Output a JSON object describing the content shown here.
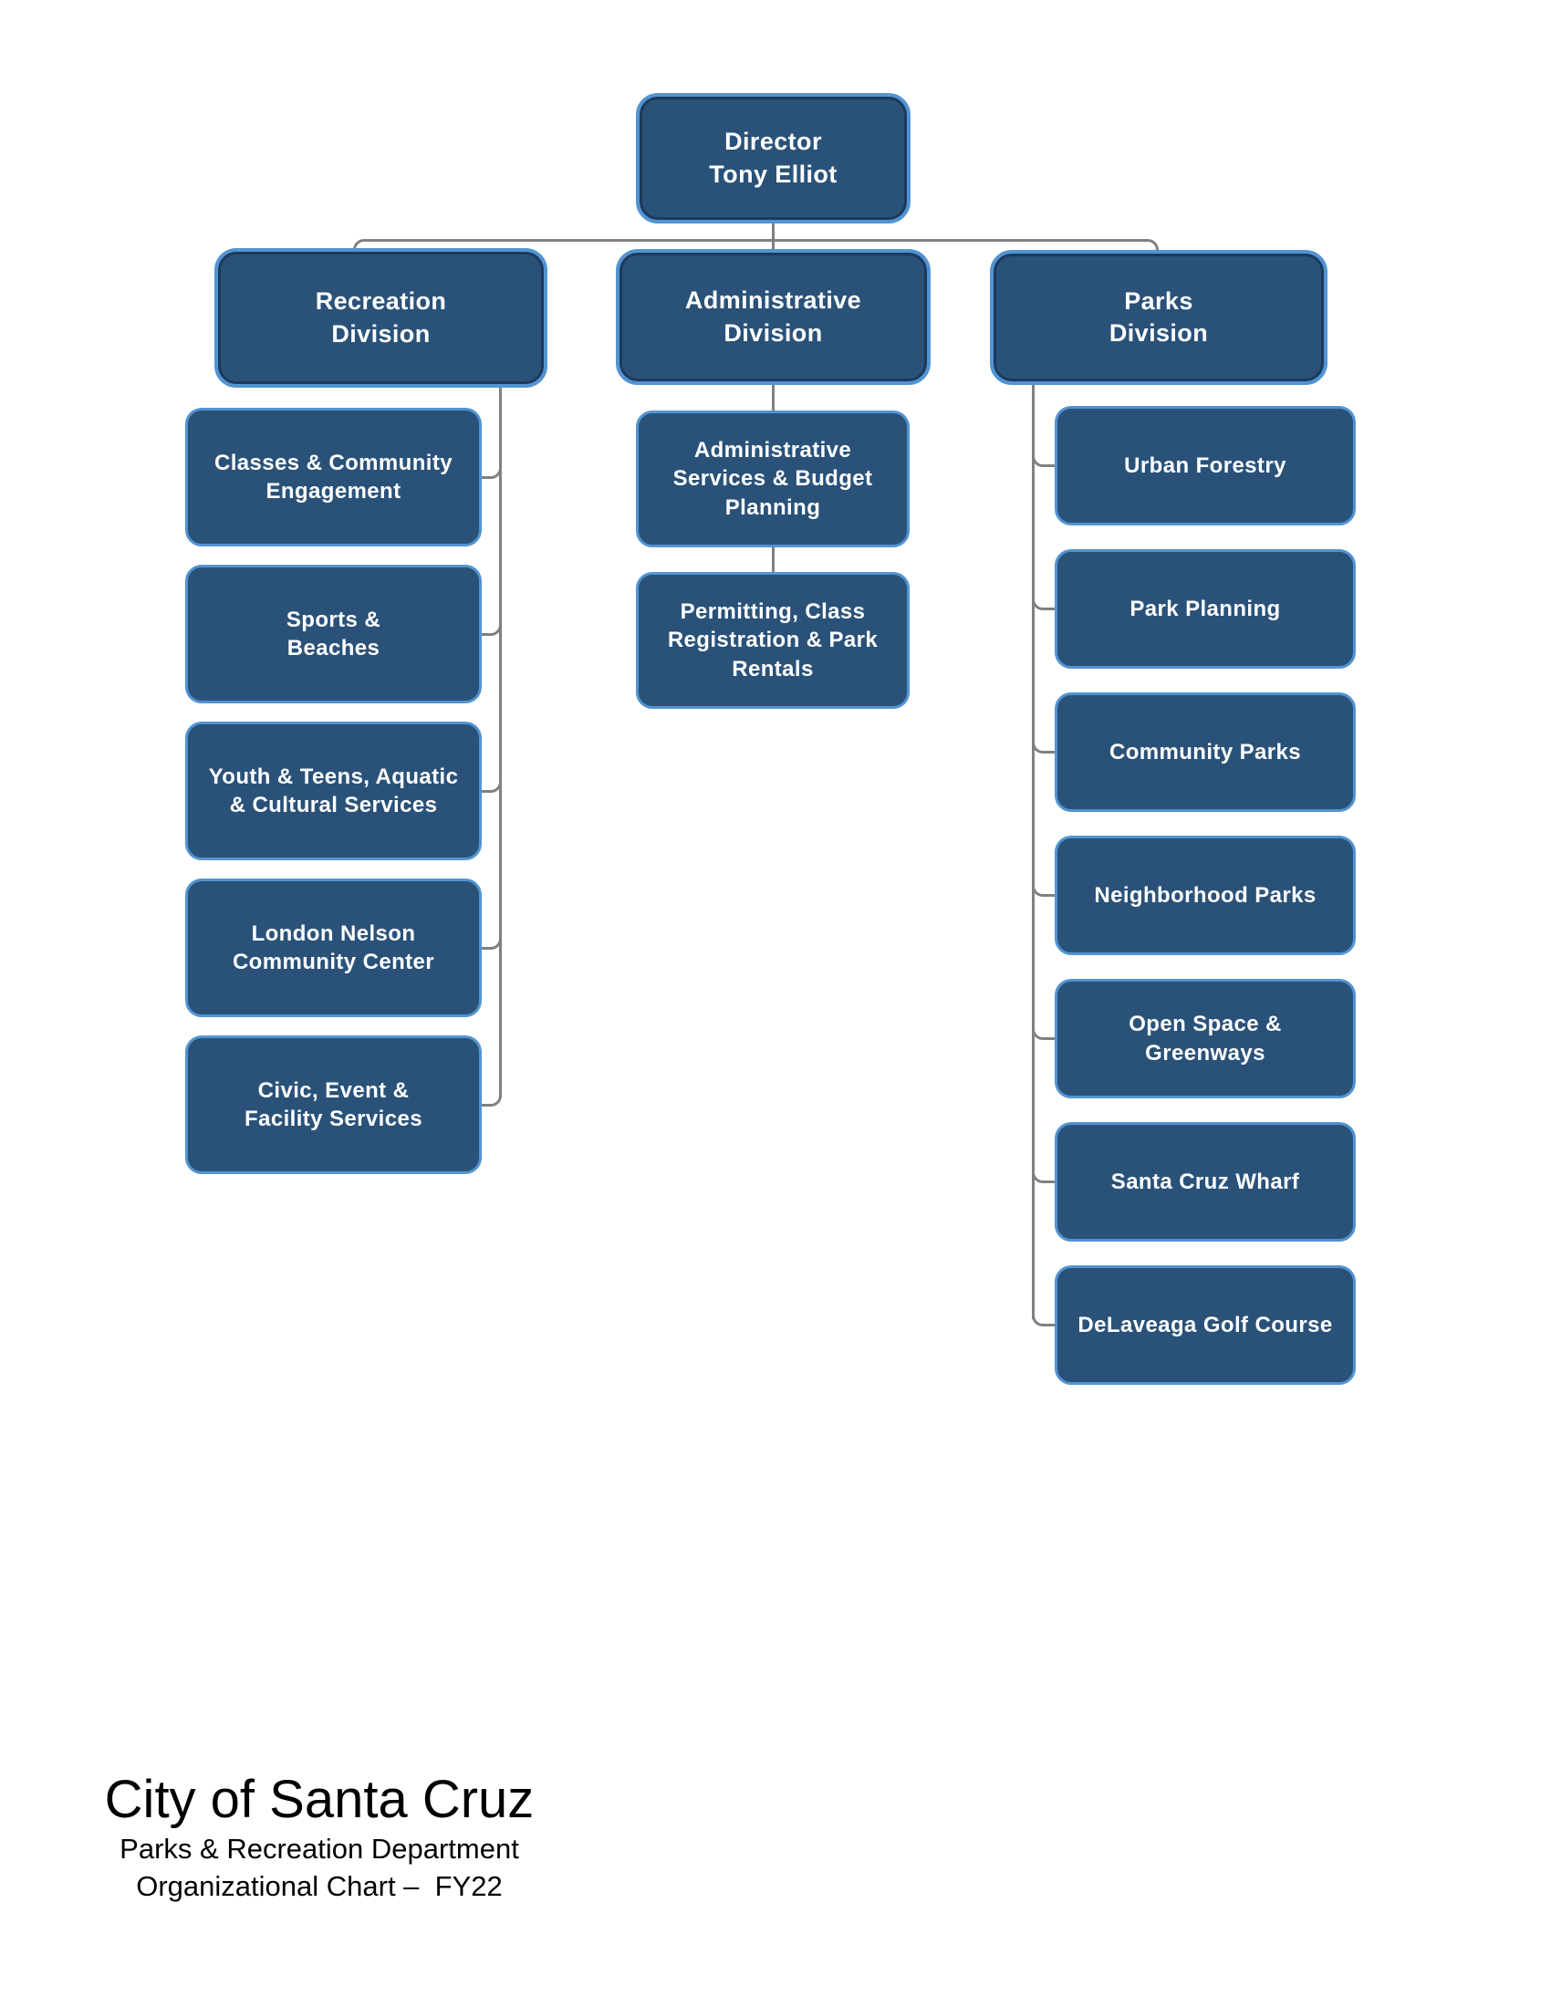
{
  "page": {
    "background_color": "#ffffff",
    "kind": "organizational chart"
  },
  "colors": {
    "node_fill": "#2A5279",
    "node_border": "#5294D2",
    "node_inner_ring": "#1B3A5C",
    "connector": "#808080",
    "node_text": "#FFFFFF",
    "footer_text": "#000000"
  },
  "org": {
    "director": {
      "label": "Director\nTony Elliot"
    },
    "divisions": [
      {
        "id": "recreation",
        "label": "Recreation\nDivision",
        "children": [
          "Classes & Community\nEngagement",
          "Sports &\nBeaches",
          "Youth & Teens, Aquatic\n& Cultural Services",
          "London Nelson\nCommunity Center",
          "Civic, Event &\nFacility Services"
        ]
      },
      {
        "id": "administrative",
        "label": "Administrative\nDivision",
        "children": [
          "Administrative\nServices & Budget\nPlanning",
          "Permitting, Class\nRegistration & Park\nRentals"
        ]
      },
      {
        "id": "parks",
        "label": "Parks\nDivision",
        "children": [
          "Urban Forestry",
          "Park Planning",
          "Community Parks",
          "Neighborhood Parks",
          "Open Space &\nGreenways",
          "Santa Cruz Wharf",
          "DeLaveaga Golf Course"
        ]
      }
    ]
  },
  "footer": {
    "title": "City of Santa Cruz",
    "subtitle1": "Parks & Recreation Department",
    "subtitle2": "Organizational Chart –  FY22"
  }
}
